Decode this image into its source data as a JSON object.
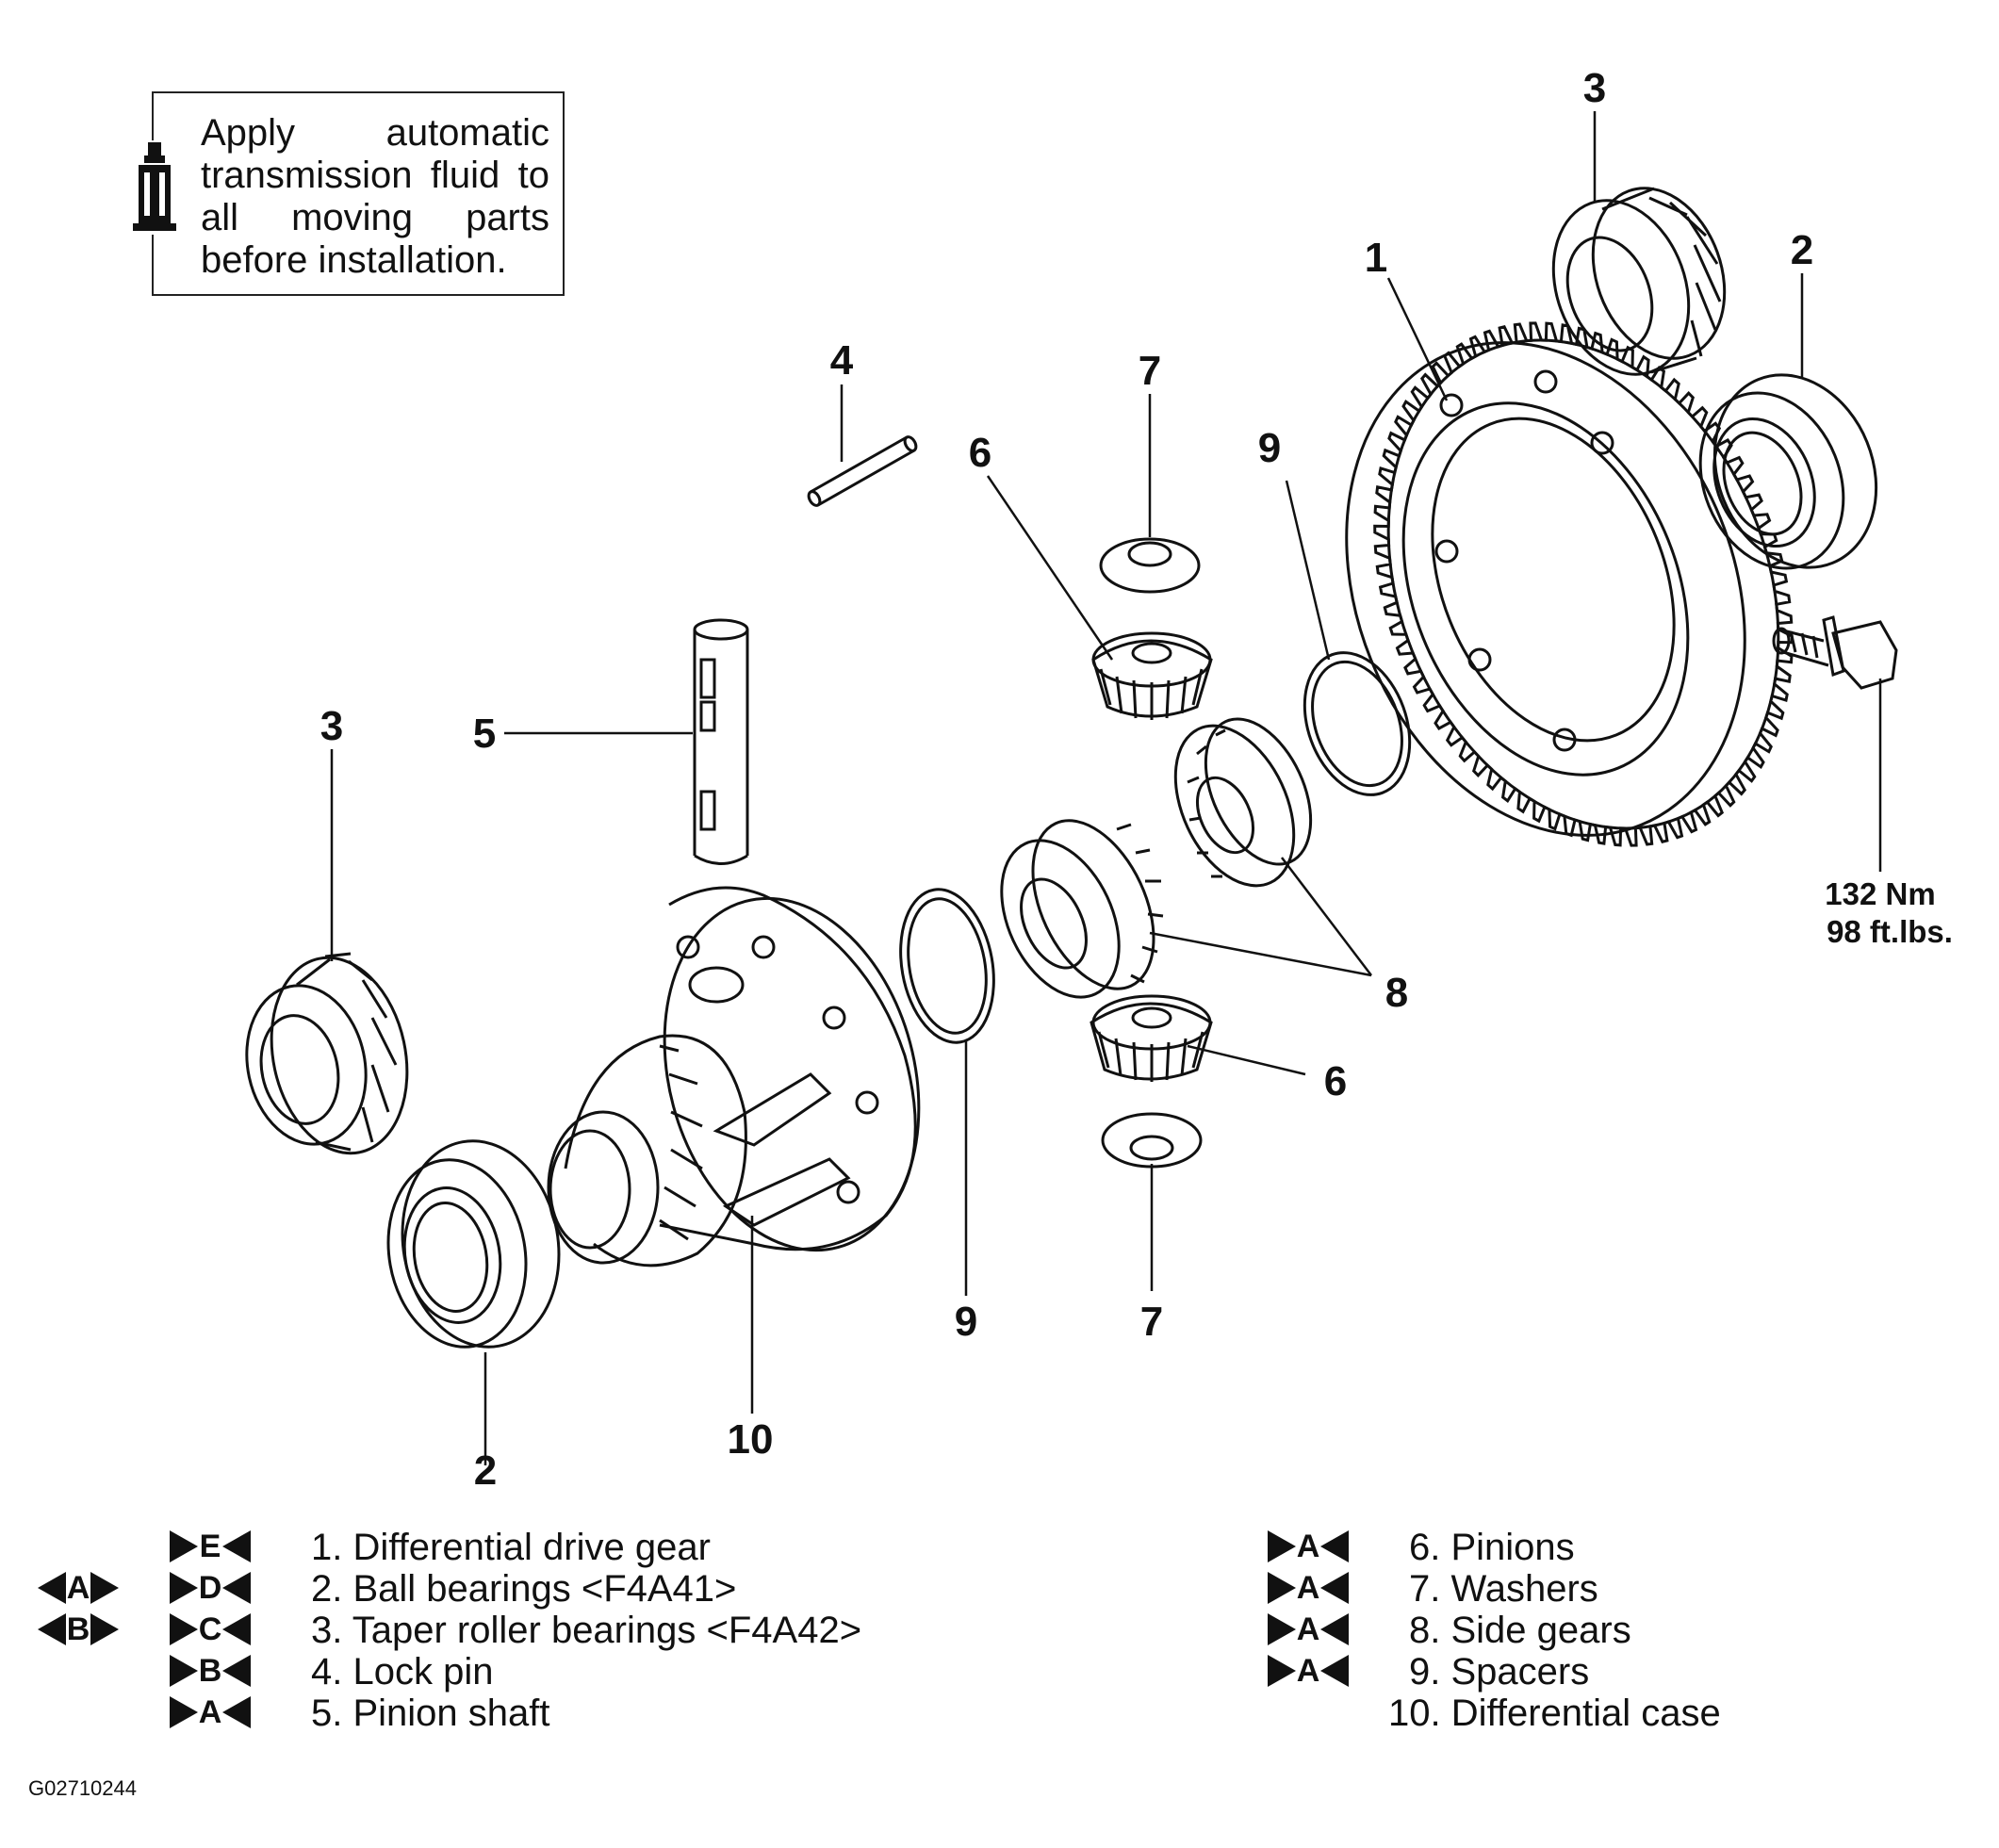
{
  "note": {
    "text": "Apply automatic transmission fluid to all moving parts before installation.",
    "icon": "fluid-bottle-icon"
  },
  "callouts": {
    "c1": "1",
    "c2_top": "2",
    "c2_bottom": "2",
    "c3_top": "3",
    "c3_left": "3",
    "c4": "4",
    "c5": "5",
    "c6_top": "6",
    "c6_bottom": "6",
    "c7_top": "7",
    "c7_bottom": "7",
    "c8": "8",
    "c9_top": "9",
    "c9_bottom": "9",
    "c10": "10"
  },
  "torque": {
    "nm": "132 Nm",
    "ftlbs": "98 ft.lbs."
  },
  "legend_left": [
    {
      "outer": "",
      "inner": "E",
      "text": "1. Differential drive gear"
    },
    {
      "outer": "A",
      "inner": "D",
      "text": "2. Ball bearings <F4A41>"
    },
    {
      "outer": "B",
      "inner": "C",
      "text": "3. Taper roller bearings <F4A42>"
    },
    {
      "outer": "",
      "inner": "B",
      "text": "4. Lock pin"
    },
    {
      "outer": "",
      "inner": "A",
      "text": "5. Pinion shaft"
    }
  ],
  "legend_right": [
    {
      "inner": "A",
      "text": "6. Pinions"
    },
    {
      "inner": "A",
      "text": "7. Washers"
    },
    {
      "inner": "A",
      "text": "8. Side gears"
    },
    {
      "inner": "A",
      "text": "9. Spacers"
    },
    {
      "inner": "",
      "text": "10. Differential case"
    }
  ],
  "figure_id": "G02710244"
}
